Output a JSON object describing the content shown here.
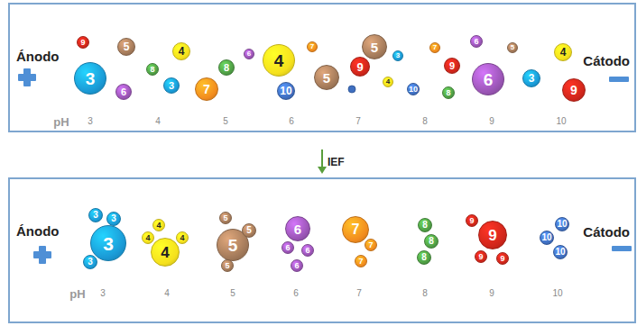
{
  "diagram": {
    "nodes": [
      {
        "text": [
          "9"
        ]
      },
      {
        "text": [
          "5"
        ]
      },
      {
        "text": [
          "3"
        ]
      },
      {
        "text": [
          "6"
        ]
      },
      {
        "text": [
          "4"
        ]
      },
      {
        "text": [
          "8"
        ]
      },
      {
        "text": [
          "3"
        ]
      },
      {
        "text": [
          "6"
        ]
      },
      {
        "text": [
          "8"
        ]
      },
      {
        "text": [
          "7"
        ]
      },
      {
        "text": [
          "4"
        ]
      },
      {
        "text": [
          "10"
        ]
      },
      {
        "text": [
          "7"
        ]
      },
      {
        "text": [
          "5"
        ]
      },
      {
        "text": [
          "5"
        ]
      },
      {
        "text": [
          "9"
        ]
      },
      {
        "text": [
          "3"
        ]
      },
      {
        "text": [
          "4"
        ]
      },
      {
        "text": [
          "10"
        ]
      },
      {
        "text": [
          "7"
        ]
      },
      {
        "text": [
          "9"
        ]
      },
      {
        "text": [
          "8"
        ]
      },
      {
        "text": [
          "6"
        ]
      },
      {
        "text": [
          "5"
        ]
      },
      {
        "text": [
          "6"
        ]
      },
      {
        "text": [
          "3"
        ]
      },
      {
        "text": [
          "4"
        ]
      },
      {
        "text": [
          "9"
        ]
      },
      {
        "text": [
          "3"
        ]
      },
      {
        "text": [
          "3"
        ]
      },
      {
        "text": [
          "3"
        ]
      },
      {
        "text": [
          "3"
        ]
      },
      {
        "text": [
          "4"
        ]
      },
      {
        "text": [
          "4"
        ]
      },
      {
        "text": [
          "4"
        ]
      },
      {
        "text": [
          "4"
        ]
      },
      {
        "text": [
          "5"
        ]
      },
      {
        "text": [
          "5"
        ]
      },
      {
        "text": [
          "5"
        ]
      },
      {
        "text": [
          "5"
        ]
      },
      {
        "text": [
          "6"
        ]
      },
      {
        "text": [
          "6"
        ]
      },
      {
        "text": [
          "6"
        ]
      },
      {
        "text": [
          "6"
        ]
      },
      {
        "text": [
          "7"
        ]
      },
      {
        "text": [
          "7"
        ]
      },
      {
        "text": [
          "7"
        ]
      },
      {
        "text": [
          "8"
        ]
      },
      {
        "text": [
          "8"
        ]
      },
      {
        "text": [
          "8"
        ]
      },
      {
        "text": [
          "9"
        ]
      },
      {
        "text": [
          "9"
        ]
      },
      {
        "text": [
          "9"
        ]
      },
      {
        "text": [
          "9"
        ]
      },
      {
        "text": [
          "10"
        ]
      },
      {
        "text": [
          "10"
        ]
      },
      {
        "text": [
          "10"
        ]
      }
    ],
    "labels": [
      "Ánodo",
      "Cátodo",
      "pH",
      "3",
      "4",
      "5",
      "6",
      "7",
      "8",
      "9",
      "10",
      "IEF",
      "Ánodo",
      "Cátodo",
      "pH",
      "3",
      "4",
      "5",
      "6",
      "7",
      "8",
      "9",
      "10"
    ]
  }
}
